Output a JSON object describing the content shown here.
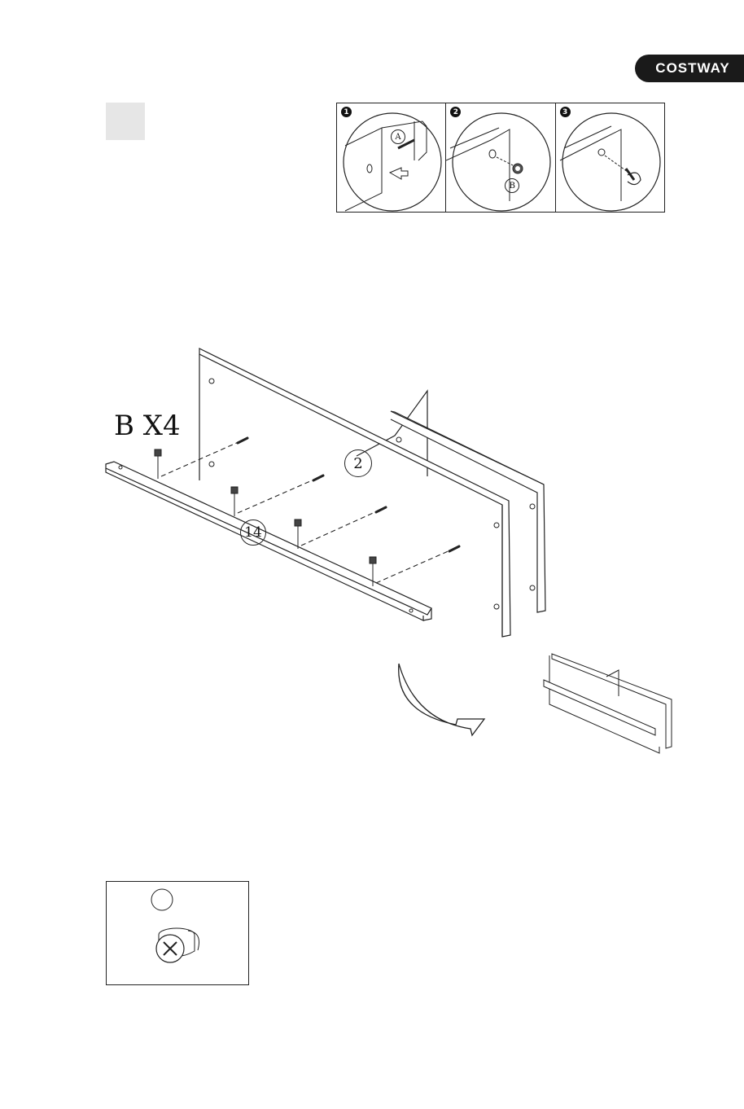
{
  "brand": {
    "name": "COSTWAY"
  },
  "step_guide": {
    "panels": [
      {
        "number": "1",
        "callout": "A"
      },
      {
        "number": "2",
        "callout": "B"
      },
      {
        "number": "3",
        "callout": ""
      }
    ]
  },
  "diagram": {
    "hardware_label": "B X4",
    "part_labels": {
      "panel": "2",
      "rail": "14"
    }
  },
  "colors": {
    "line": "#222222",
    "brand_bg": "#1a1a1a",
    "step_box": "#e6e6e6"
  }
}
